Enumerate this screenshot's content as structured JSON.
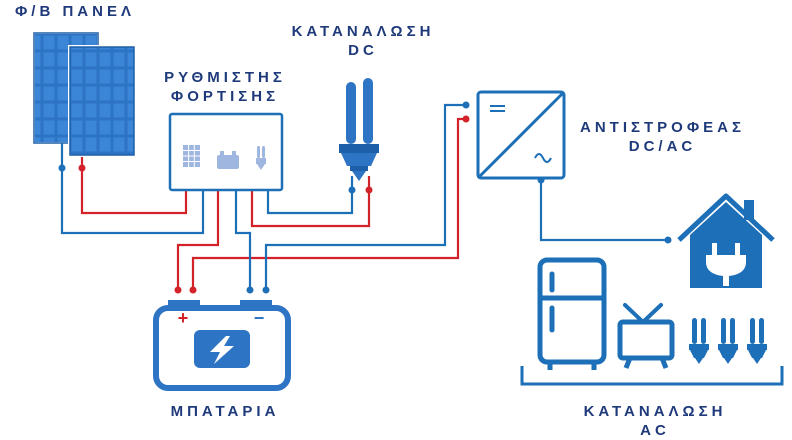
{
  "labels": {
    "pv_panel": "Φ/Β ΠΑΝΕΛ",
    "dc_load_line1": "ΚΑΤΑΝΑΛΩΣΗ",
    "dc_load_line2": "DC",
    "charge_controller_line1": "ΡΥΘΜΙΣΤΗΣ",
    "charge_controller_line2": "ΦΟΡΤΙΣΗΣ",
    "inverter_line1": "ΑΝΤΙΣΤΡΟΦΕΑΣ",
    "inverter_line2": "DC/AC",
    "battery": "ΜΠΑΤΑΡΙΑ",
    "ac_load_line1": "ΚΑΤΑΝΑΛΩΣΗ",
    "ac_load_line2": "AC"
  },
  "battery_terminals": {
    "positive": "+",
    "negative": "−"
  },
  "colors": {
    "blue": "#1d6fb8",
    "red": "#d2232a",
    "label": "#1f3a7a",
    "panel_fill": "#2e74c4",
    "controller_icon": "#9fb6e0"
  }
}
